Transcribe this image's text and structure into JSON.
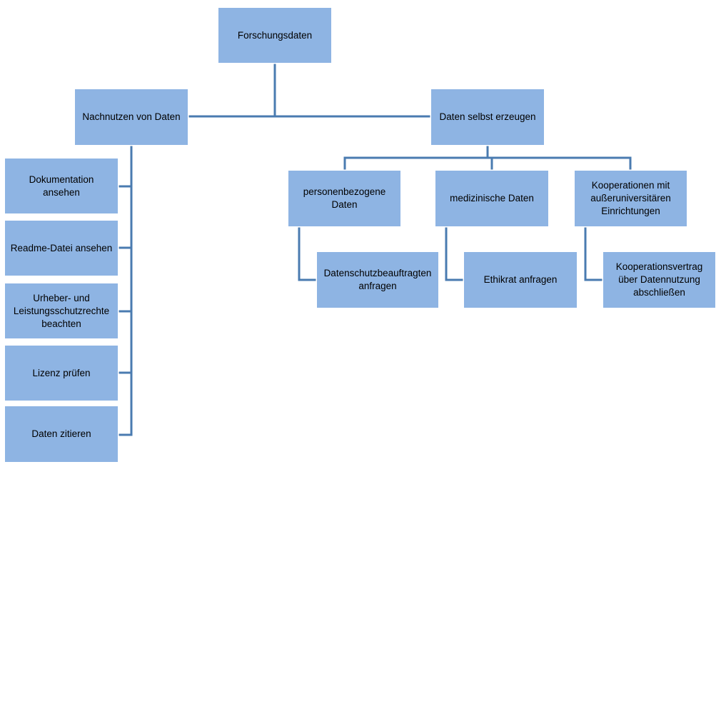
{
  "colors": {
    "box_fill": "#8EB4E3",
    "connector": "#4A7BB0",
    "text": "#000000",
    "background": "#FFFFFF"
  },
  "tree": {
    "root": {
      "id": "forschungsdaten",
      "label": "Forschungsdaten"
    },
    "left_branch": {
      "id": "nachnutzen-von-daten",
      "label": "Nachnutzen von Daten",
      "children": [
        {
          "id": "dokumentation-ansehen",
          "label": "Dokumentation\nansehen"
        },
        {
          "id": "readme-datei-ansehen",
          "label": "Readme-Datei ansehen"
        },
        {
          "id": "urheber-leistungsschutzrechte",
          "label": "Urheber-  und\nLeistungsschutzrechte\nbeachten"
        },
        {
          "id": "lizenz-pruefen",
          "label": "Lizenz prüfen"
        },
        {
          "id": "daten-zitieren",
          "label": "Daten zitieren"
        }
      ]
    },
    "right_branch": {
      "id": "daten-selbst-erzeugen",
      "label": "Daten selbst erzeugen",
      "children": [
        {
          "id": "personenbezogene-daten",
          "label": "personenbezogene\nDaten",
          "child": {
            "id": "datenschutzbeauftragten-anfragen",
            "label": "Datenschutzbeauftragten\nanfragen"
          }
        },
        {
          "id": "medizinische-daten",
          "label": "medizinische Daten",
          "child": {
            "id": "ethikrat-anfragen",
            "label": "Ethikrat anfragen"
          }
        },
        {
          "id": "kooperationen-ausseruniversitaer",
          "label": "Kooperationen  mit\naußeruniversitären\nEinrichtungen",
          "child": {
            "id": "kooperationsvertrag-abschliessen",
            "label": "Kooperationsvertrag\nüber Datennutzung\nabschließen"
          }
        }
      ]
    }
  }
}
